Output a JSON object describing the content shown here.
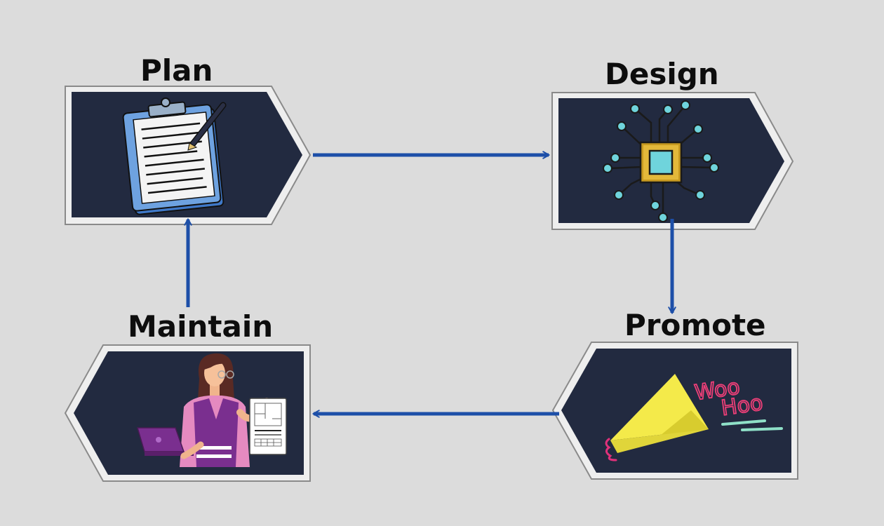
{
  "stages": {
    "plan": {
      "label": "Plan",
      "icon": "clipboard-pen-icon"
    },
    "design": {
      "label": "Design",
      "icon": "circuit-chip-icon"
    },
    "promote": {
      "label": "Promote",
      "icon": "megaphone-icon",
      "text_line1": "Woo",
      "text_line2": "Hoo"
    },
    "maintain": {
      "label": "Maintain",
      "icon": "woman-with-laptop-icon"
    }
  },
  "colors": {
    "background": "#dcdcdc",
    "panel": "#222a40",
    "frame": "#eeeeee",
    "frame_border": "#8a8a8a",
    "arrow": "#1d4fa8"
  }
}
